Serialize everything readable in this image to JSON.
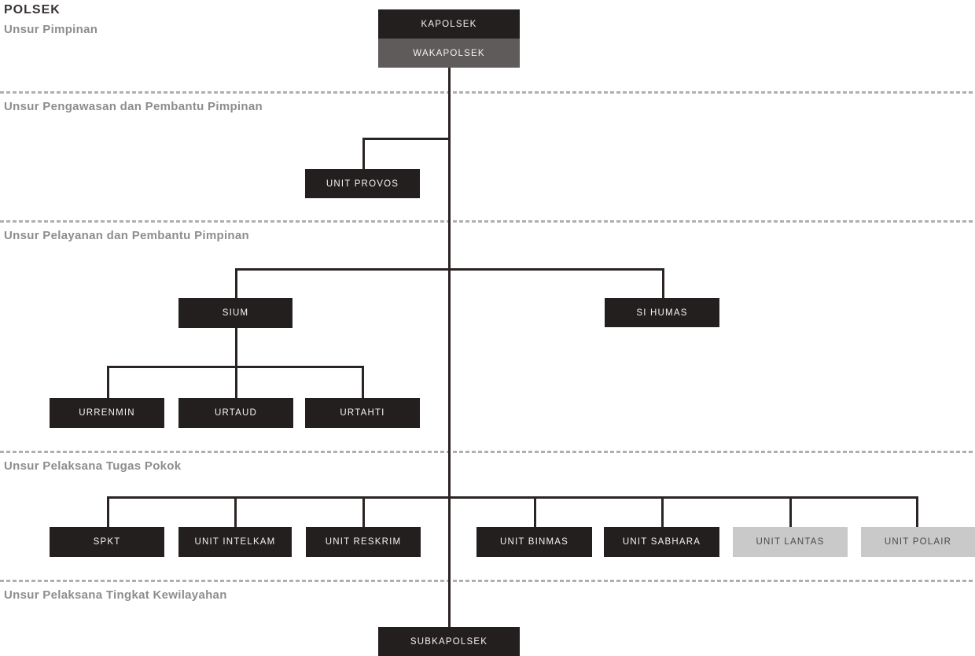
{
  "title": "POLSEK",
  "sections": {
    "pimpinan": "Unsur Pimpinan",
    "pengawasan": "Unsur Pengawasan dan Pembantu Pimpinan",
    "pelayanan": "Unsur Pelayanan dan Pembantu Pimpinan",
    "pelaksana_pokok": "Unsur Pelaksana Tugas Pokok",
    "kewilayahan": "Unsur Pelaksana Tingkat Kewilayahan"
  },
  "nodes": {
    "kapolsek": "KAPOLSEK",
    "wakapolsek": "WAKAPOLSEK",
    "unit_provos": "UNIT PROVOS",
    "sium": "SIUM",
    "si_humas": "SI HUMAS",
    "urrenmin": "URRENMIN",
    "urtaud": "URTAUD",
    "urtahti": "URTAHTI",
    "spkt": "SPKT",
    "unit_intelkam": "UNIT INTELKAM",
    "unit_reskrim": "UNIT RESKRIM",
    "unit_binmas": "UNIT BINMAS",
    "unit_sabhara": "UNIT SABHARA",
    "unit_lantas": "UNIT LANTAS",
    "unit_polair": "UNIT POLAIR",
    "subkapolsek": "SUBKAPOLSEK"
  },
  "colors": {
    "box_dark": "#241f1f",
    "box_grey": "#5f5b5b",
    "box_light": "#c9c9c9",
    "box_text_on_dark": "#f5f3f3",
    "box_text_on_light": "#4a4a4a",
    "connector_line": "#2b2424",
    "separator_dash": "#b0aeae",
    "section_label_text": "#8d8d8d",
    "title_text": "#3a3333",
    "background": "#ffffff"
  }
}
